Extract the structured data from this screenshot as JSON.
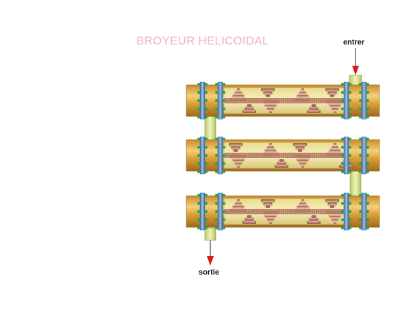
{
  "title": "BROYEUR HELICOIDAL",
  "labels": {
    "inlet": "entrer",
    "outlet": "sortie"
  },
  "colors": {
    "title": "#f2b2c2",
    "pipe": "#d9a036",
    "pipe_highlight": "#f3d07a",
    "inner_chamber": "#f0e6a6",
    "transfer_pipe": "#e2eca0",
    "flange": "#5a8cc4",
    "bolt": "#23a64a",
    "screw_light": "#e8b8a0",
    "screw_dark": "#b07a62",
    "arrow": "#d81a1a"
  },
  "components": {
    "stages": [
      {
        "name": "stage-1"
      },
      {
        "name": "stage-2"
      },
      {
        "name": "stage-3"
      }
    ]
  }
}
